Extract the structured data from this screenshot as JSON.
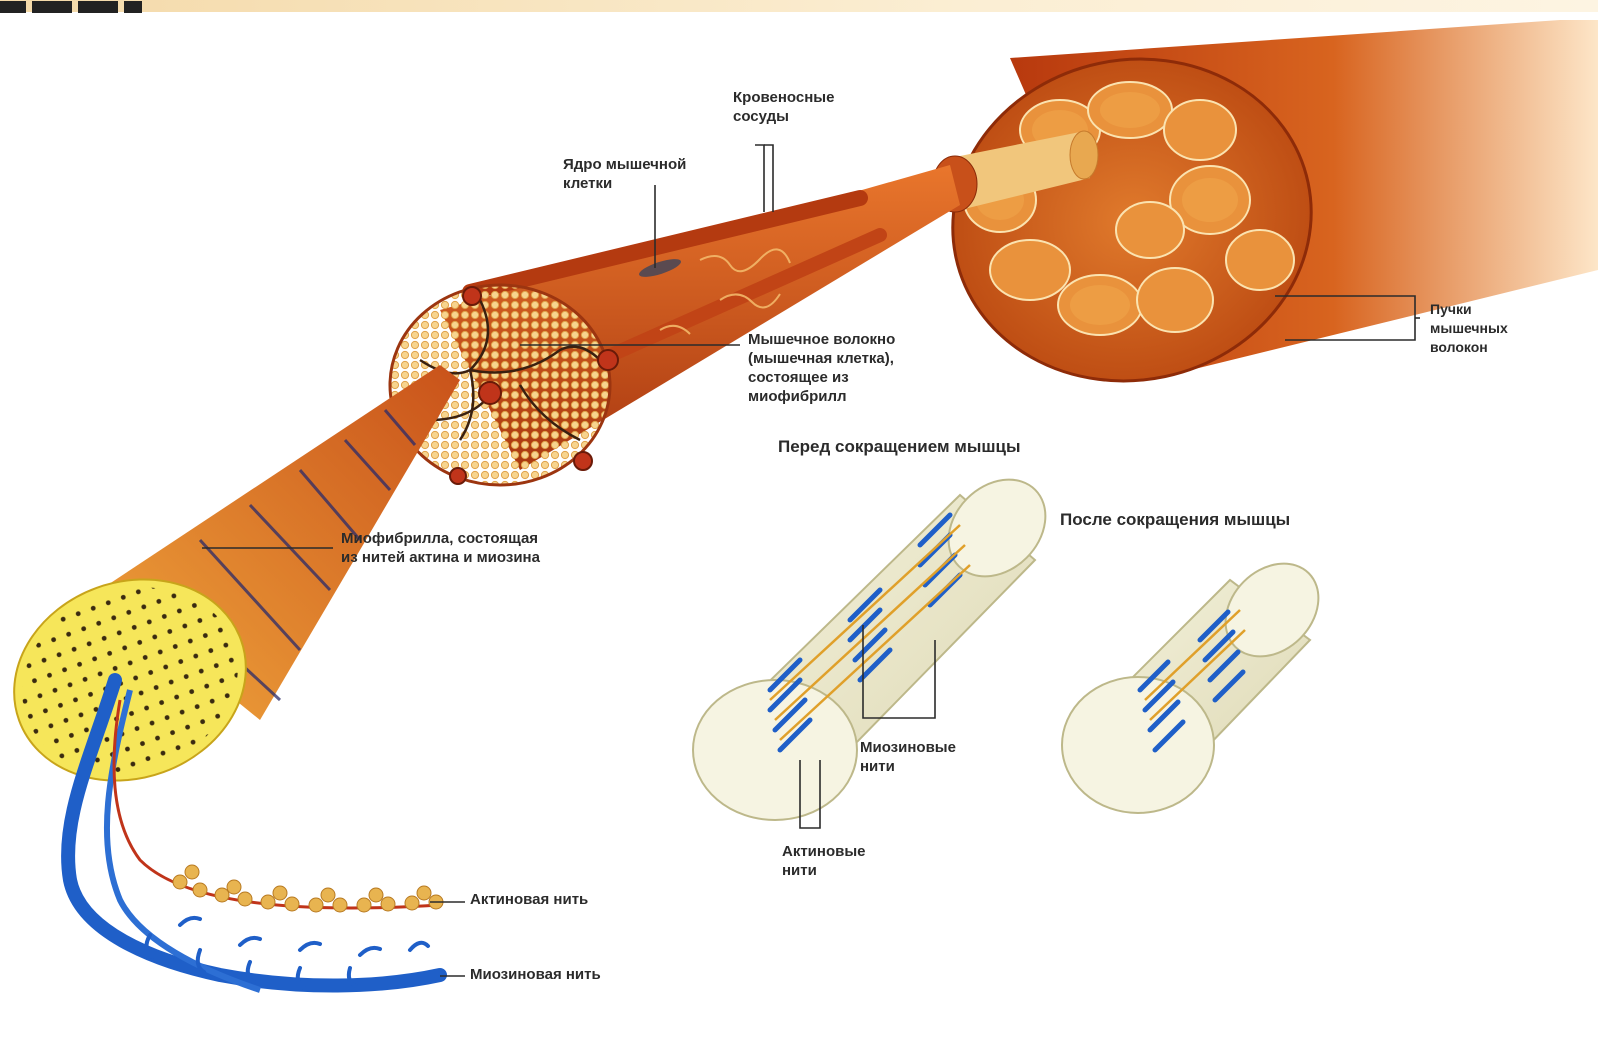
{
  "labels": {
    "blood_vessels": "Кровеносные\nсосуды",
    "nucleus": "Ядро мышечной\nклетки",
    "muscle_fiber": "Мышечное волокно\n(мышечная клетка),\nсостоящее из\nмиофибрилл",
    "fiber_bundles": "Пучки\nмышечных\nволокон",
    "myofibril": "Миофибрилла, состоящая\nиз нитей актина и миозина",
    "actin_filament": "Актиновая нить",
    "myosin_filament": "Миозиновая нить",
    "myosin_filaments": "Миозиновые\nнити",
    "actin_filaments": "Актиновые\nнити"
  },
  "headings": {
    "before_contraction": "Перед сокращением мышцы",
    "after_contraction": "После сокращения мышцы"
  },
  "colors": {
    "muscle": "#d2561c",
    "muscle_dark": "#a8330d",
    "fiber_tan": "#f0c27a",
    "myofibril_yellow": "#f6e65a",
    "myosin_blue": "#1f5fc8",
    "actin_orange": "#e0a02a",
    "cylinder": "#f1eed2"
  }
}
